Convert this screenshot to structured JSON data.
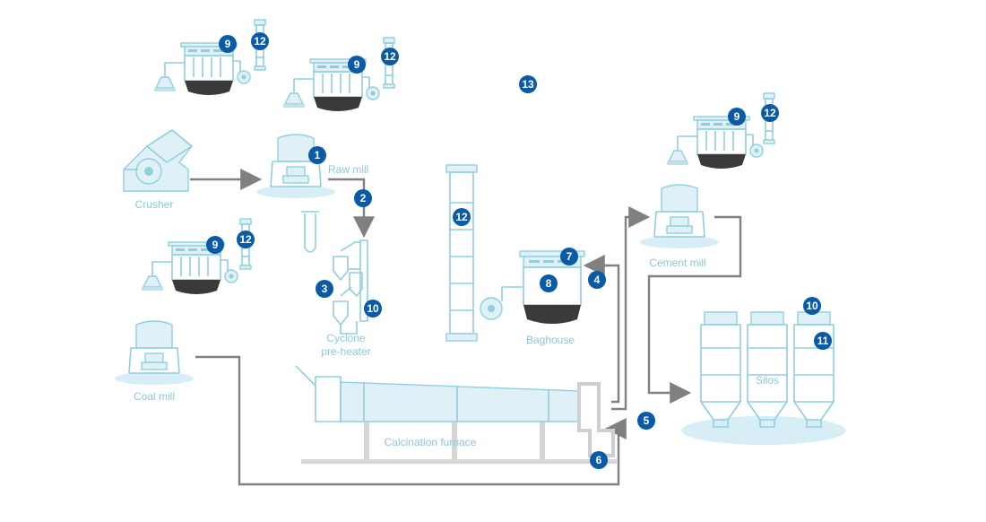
{
  "title": "",
  "labels": {
    "crusher": "Crusher",
    "raw_mill": "Raw mill",
    "coal_mill": "Coal mill",
    "cyclone_line1": "Cyclone",
    "cyclone_line2": "pre-heater",
    "baghouse": "Baghouse",
    "cement_mill": "Cement mill",
    "silos": "Silos",
    "furnace": "Calcination furnace"
  },
  "badges": {
    "raw_mill_num": "1",
    "flow_2": "2",
    "cyclone_3": "3",
    "baghouse_in_4": "4",
    "kiln_exit_5": "5",
    "coal_feed_6": "6",
    "baghouse_7": "7",
    "baghouse_8": "8",
    "filter_crusher": "9",
    "filter_rawmill": "9",
    "filter_coalmill": "9",
    "filter_cementmill": "9",
    "cyclone_10": "10",
    "silo_10": "10",
    "silo_11": "11",
    "stack_crusher": "12",
    "stack_rawmill": "12",
    "stack_coalmill": "12",
    "stack_cementmill": "12",
    "stack_main": "12",
    "plant_13": "13"
  },
  "colors": {
    "equipment_stroke": "#8fcfe0",
    "equipment_fill": "#dff1f7",
    "badge": "#0a5aa8",
    "flow_line": "#808080",
    "label_text": "#8cc7d8",
    "dust_collector": "#3a3a3a"
  }
}
